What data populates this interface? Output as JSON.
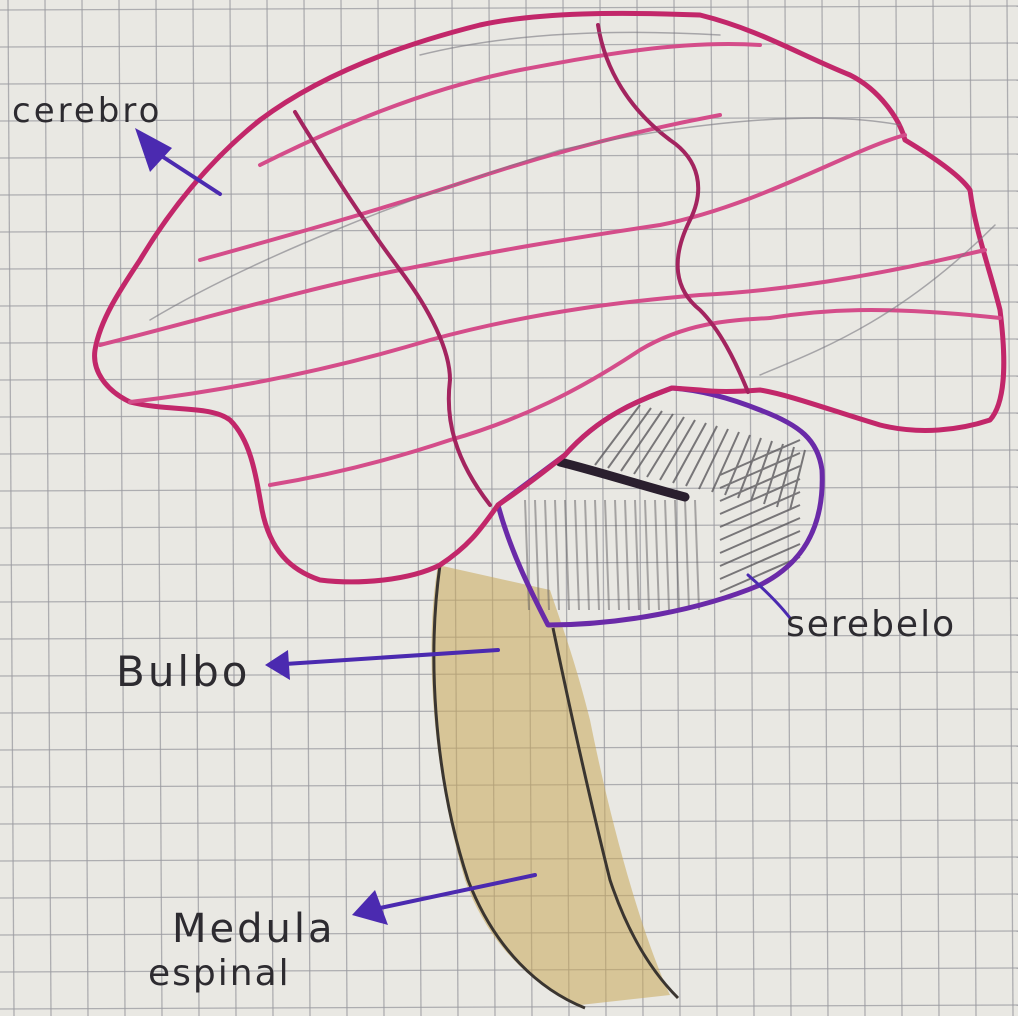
{
  "labels": {
    "cerebro": "cerebro",
    "serebelo": "serebelo",
    "bulbo": "Bulbo",
    "medula_line1": "Medula",
    "medula_line2": "espinal"
  },
  "colors": {
    "paper": "#e9e8e3",
    "grid": "#9a9aa0",
    "cerebrum_outline": "#c2276a",
    "cerebrum_fold": "#d44d8a",
    "cerebrum_dark": "#9e1f5e",
    "cerebellum_outline": "#6a2aa8",
    "pencil": "#5c5a5e",
    "spinal_fill": "#c9a85a",
    "spinal_line": "#3a3530",
    "arrow": "#4b2ab0",
    "text": "#2d2b30"
  }
}
